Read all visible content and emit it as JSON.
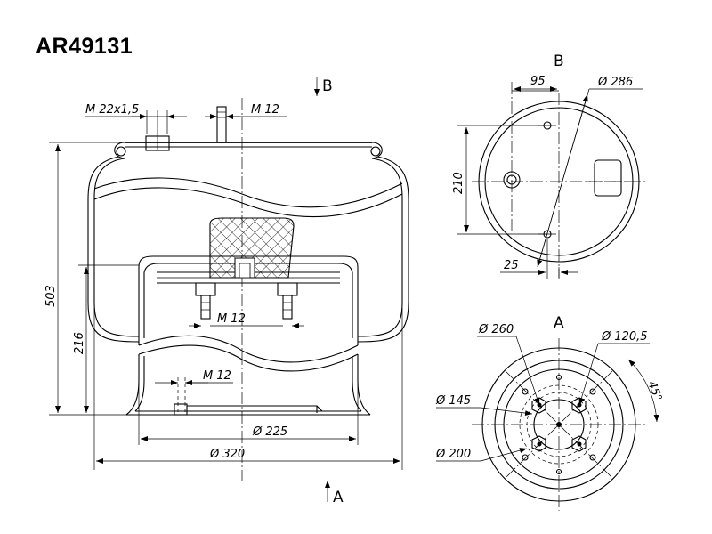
{
  "title": "AR49131",
  "views": {
    "top": "B",
    "bottom": "A",
    "arrow_top": "B",
    "arrow_bottom": "A"
  },
  "dimensions": {
    "thread_main": "M 22x1,5",
    "thread_stud": "M 12",
    "thread_mid": "M 12",
    "thread_low": "M 12",
    "height_total": "503",
    "height_piston": "216",
    "dia_piston": "Ø 225",
    "dia_overall": "Ø 320",
    "b_offset": "95",
    "b_dia": "Ø 286",
    "b_spacing": "210",
    "b_edge": "25",
    "a_dia_260": "Ø 260",
    "a_dia_1205": "Ø 120,5",
    "a_dia_145": "Ø 145",
    "a_dia_200": "Ø 200",
    "a_angle": "45°"
  }
}
